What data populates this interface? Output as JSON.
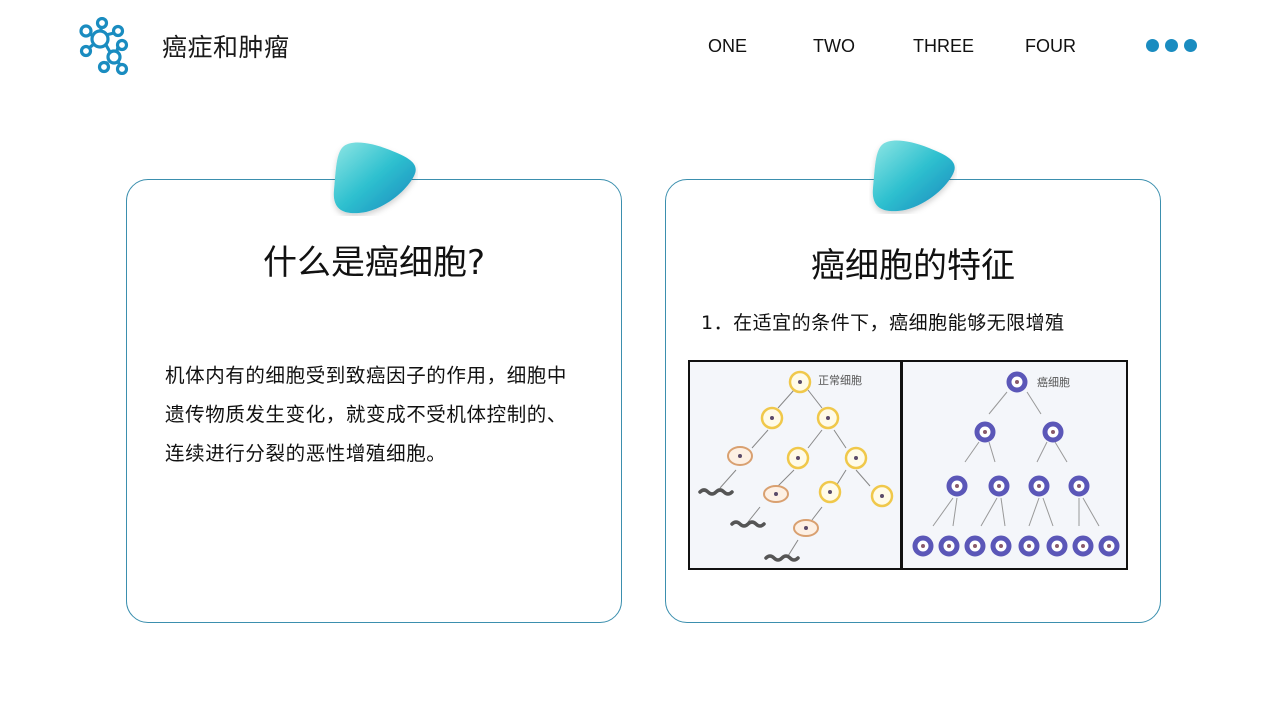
{
  "header": {
    "logo_icon": "molecule-network-icon",
    "title": "癌症和肿瘤",
    "nav": [
      {
        "label": "ONE"
      },
      {
        "label": "TWO"
      },
      {
        "label": "THREE"
      },
      {
        "label": "FOUR"
      }
    ],
    "more_icon": "three-dots-icon",
    "accent_color": "#1a8cc0"
  },
  "cards": [
    {
      "title": "什么是癌细胞?",
      "body": "机体内有的细胞受到致癌因子的作用，细胞中遗传物质发生变化，就变成不受机体控制的、连续进行分裂的恶性增殖细胞。"
    },
    {
      "title": "癌细胞的特征",
      "point": "1．在适宜的条件下，癌细胞能够无限增殖",
      "figure": {
        "left_label": "正常细胞",
        "right_label": "癌细胞"
      }
    }
  ],
  "colors": {
    "card_border": "#3b8fae",
    "blob_light": "#7fe0e0",
    "blob_dark": "#1a8cc0",
    "normal_cell": "#f2c94c",
    "cancer_cell": "#5b57b8"
  }
}
